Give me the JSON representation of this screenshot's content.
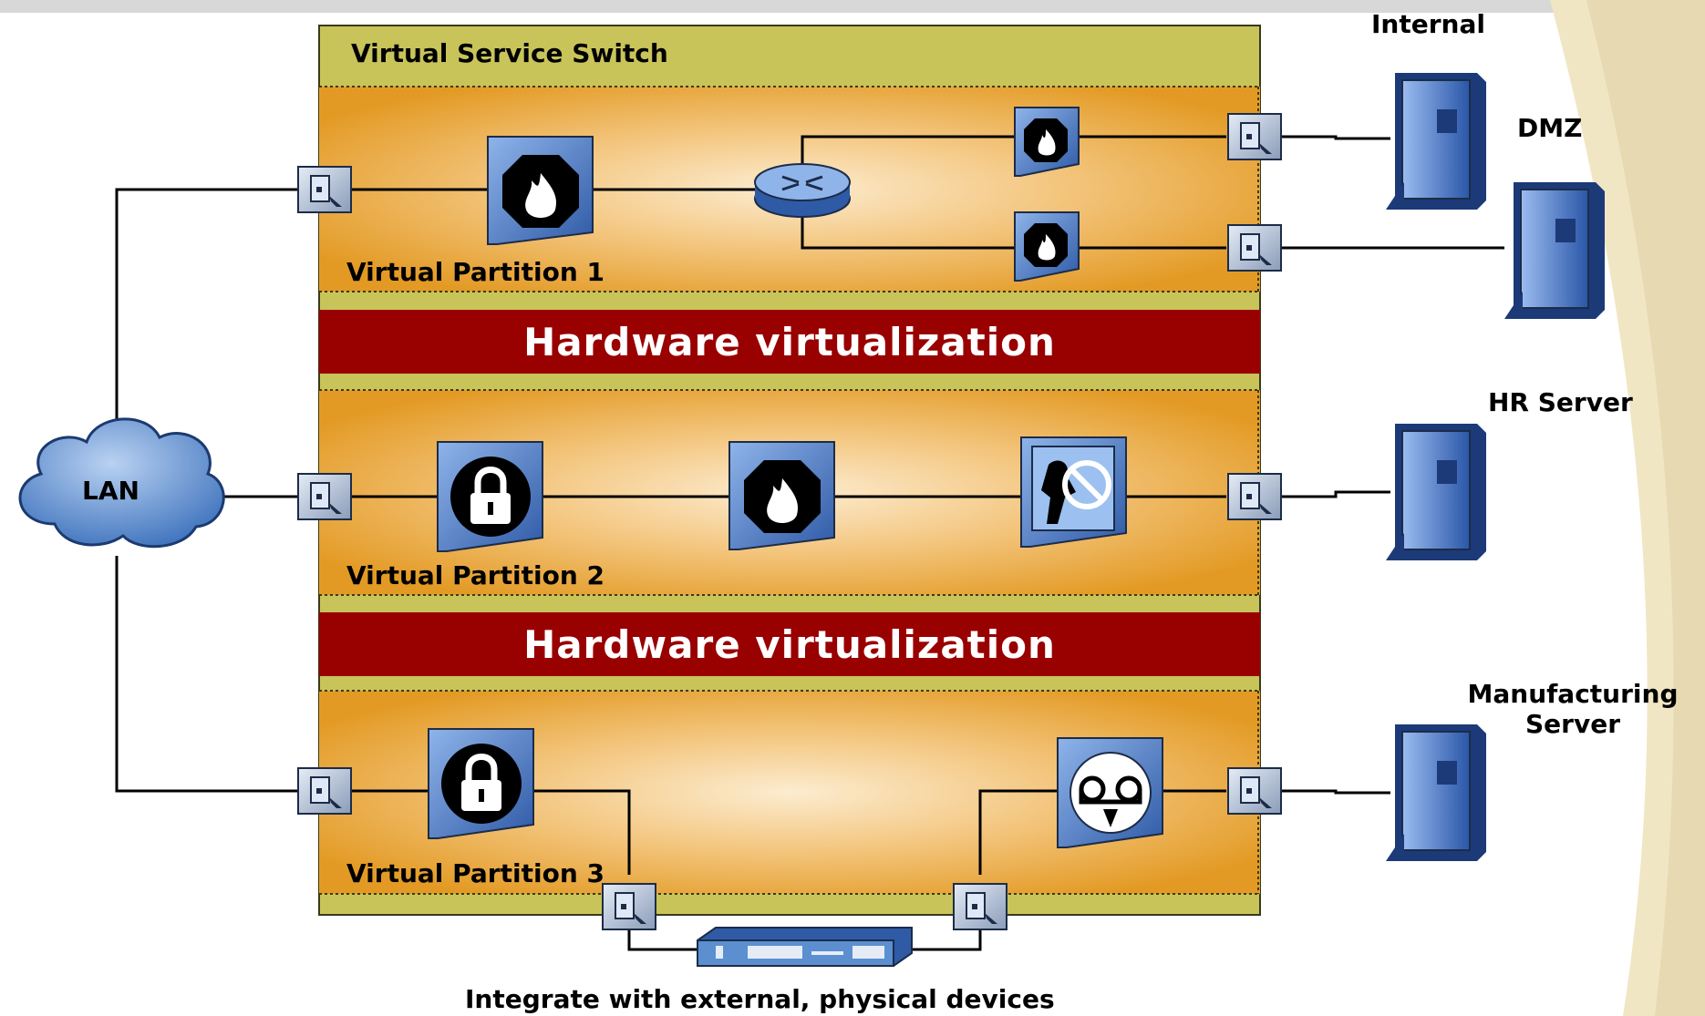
{
  "switch_title": "Virtual Service Switch",
  "partitions": [
    {
      "label": "Virtual Partition 1"
    },
    {
      "label": "Virtual Partition 2"
    },
    {
      "label": "Virtual Partition 3"
    }
  ],
  "hardware_bars": [
    {
      "label": "Hardware virtualization"
    },
    {
      "label": "Hardware virtualization"
    }
  ],
  "cloud_label": "LAN",
  "servers": {
    "internal": "Internal",
    "dmz": "DMZ",
    "hr": "HR Server",
    "manufacturing_line1": "Manufacturing",
    "manufacturing_line2": "Server"
  },
  "footer_caption": "Integrate with external, physical devices",
  "icons": [
    "firewall-icon",
    "router-icon",
    "lock-icon",
    "intrusion-prevention-icon",
    "load-balancer-icon",
    "network-port-icon",
    "server-icon",
    "cloud-icon",
    "physical-switch-icon"
  ],
  "colors": {
    "switch_frame": "#c8c45a",
    "partition_orange": "#e8a02c",
    "partition_center": "#fbe8c4",
    "hardware_bar": "#990000",
    "device_blue": "#4a78c0",
    "cloud_blue": "#5b8fd0"
  }
}
